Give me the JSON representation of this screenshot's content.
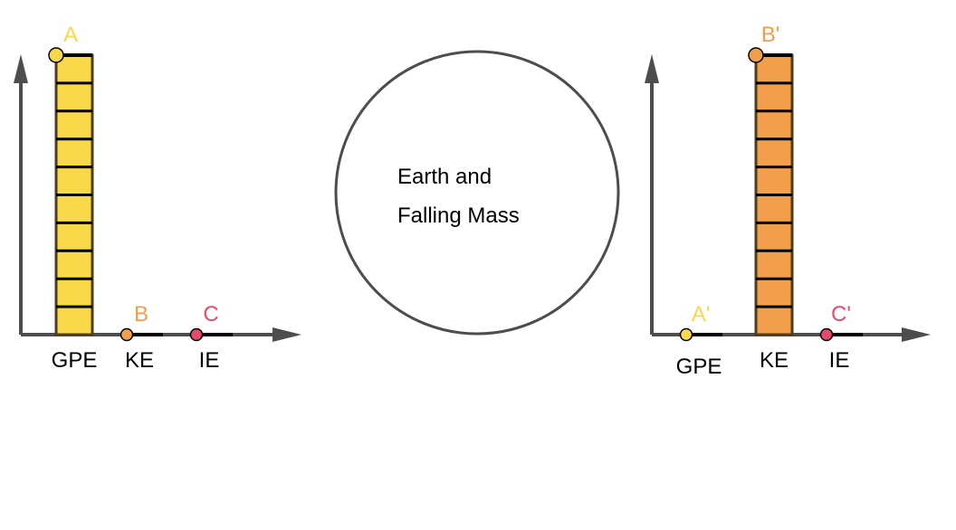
{
  "colors": {
    "GPE": "#f9d84a",
    "KE": "#f29f4b",
    "IE": "#e84a6a",
    "axis": "#4d4d4d",
    "bar_outline": "#4d3d1d"
  },
  "system": {
    "label_line1": "Earth and",
    "label_line2": "Falling Mass"
  },
  "charts": [
    {
      "id": "initial",
      "categories": [
        {
          "name": "GPE",
          "point_label": "A",
          "units": 10,
          "color_key": "GPE"
        },
        {
          "name": "KE",
          "point_label": "B",
          "units": 0,
          "color_key": "KE"
        },
        {
          "name": "IE",
          "point_label": "C",
          "units": 0,
          "color_key": "IE"
        }
      ]
    },
    {
      "id": "final",
      "categories": [
        {
          "name": "GPE",
          "point_label": "A'",
          "units": 0,
          "color_key": "GPE"
        },
        {
          "name": "KE",
          "point_label": "B'",
          "units": 10,
          "color_key": "KE"
        },
        {
          "name": "IE",
          "point_label": "C'",
          "units": 0,
          "color_key": "IE"
        }
      ]
    }
  ],
  "max_units": 10
}
